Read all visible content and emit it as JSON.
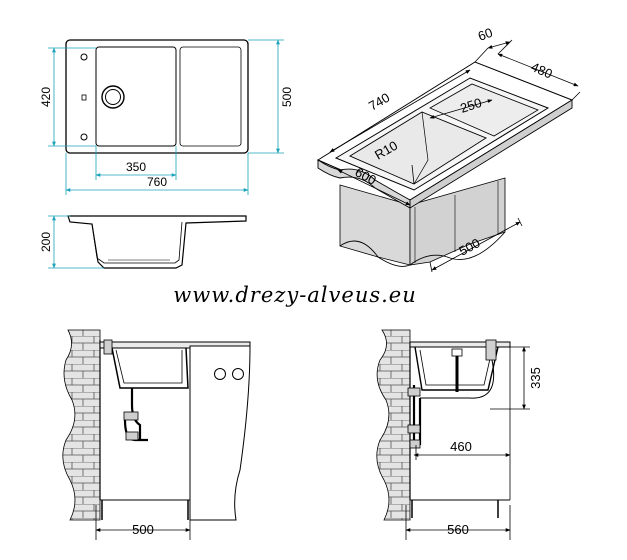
{
  "colors": {
    "dimension_line": "#1aa3b8",
    "outline": "#000000",
    "wall_fill": "#e2e2e2",
    "cabinet_fill": "#d9d9d9"
  },
  "watermark": "www.drezy-alveus.eu",
  "top_view": {
    "dims": {
      "depth": "420",
      "outer_depth": "500",
      "bowl_width": "350",
      "total_width": "760"
    }
  },
  "profile_view": {
    "dims": {
      "height": "200"
    }
  },
  "iso_view": {
    "dims": {
      "thickness": "60",
      "depth": "480",
      "length": "740",
      "inner": "250",
      "radius": "R10",
      "cabinet_front": "600",
      "cabinet_depth": "500"
    }
  },
  "install_front": {
    "dims": {
      "cabinet": "500"
    }
  },
  "install_side": {
    "dims": {
      "height": "335",
      "drain": "460",
      "cabinet": "560"
    }
  }
}
